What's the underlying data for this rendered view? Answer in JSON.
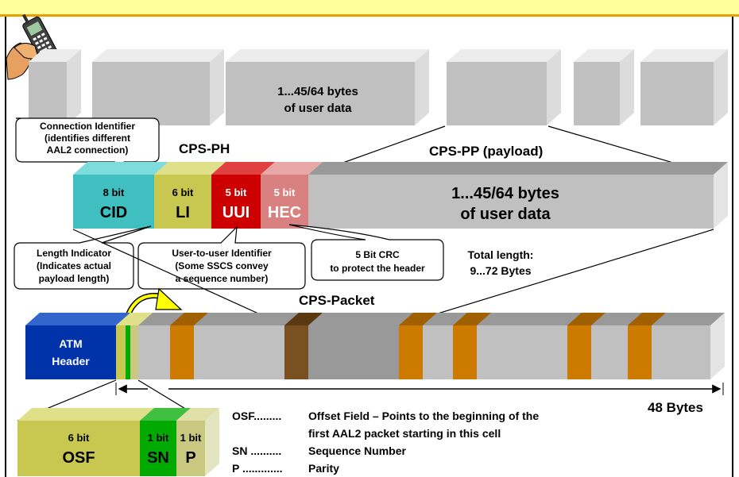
{
  "colors": {
    "header_band": "#ffff99",
    "header_rule": "#e8a000",
    "cid": "#3fbfbf",
    "li": "#c8c850",
    "uui": "#cc0000",
    "hec": "#d98080",
    "payload": "#c0c0c0",
    "atm_header": "#0033aa",
    "orange_segment": "#cc7a00",
    "dark_segment": "#7a5020",
    "sn": "#00aa00",
    "p": "#c8c880"
  },
  "icons": {
    "phone": "mobile-phone-in-hand-icon",
    "arrow": "curved-yellow-arrow-icon"
  },
  "top_row": {
    "payload_line1": "1...45/64 bytes",
    "payload_line2": "of user data"
  },
  "callouts": {
    "connection_identifier": [
      "Connection Identifier",
      "(identifies different",
      "AAL2 connection)"
    ],
    "length_indicator": [
      "Length Indicator",
      "(Indicates actual",
      "payload length)"
    ],
    "user_to_user": [
      "User-to-user Identifier",
      "(Some SSCS convey",
      "a sequence number)"
    ],
    "crc": [
      "5 Bit CRC",
      "to protect the header"
    ]
  },
  "labels": {
    "cps_ph": "CPS-PH",
    "cps_pp": "CPS-PP (payload)",
    "cps_packet": "CPS-Packet",
    "total_length_line1": "Total length:",
    "total_length_line2": "9...72 Bytes",
    "bytes_48": "48 Bytes"
  },
  "cps_header_fields": [
    {
      "bits": "8 bit",
      "name": "CID"
    },
    {
      "bits": "6 bit",
      "name": "LI"
    },
    {
      "bits": "5 bit",
      "name": "UUI"
    },
    {
      "bits": "5 bit",
      "name": "HEC"
    }
  ],
  "cps_payload": {
    "line1": "1...45/64 bytes",
    "line2": "of user data"
  },
  "atm": {
    "line1": "ATM",
    "line2": "Header"
  },
  "start_field": [
    {
      "bits": "6 bit",
      "name": "OSF"
    },
    {
      "bits": "1 bit",
      "name": "SN"
    },
    {
      "bits": "1 bit",
      "name": "P"
    }
  ],
  "legend": [
    {
      "key": "OSF.........",
      "desc": "Offset Field – Points to the beginning of the"
    },
    {
      "key": "",
      "desc": "first AAL2 packet starting in this cell"
    },
    {
      "key": "SN ..........",
      "desc": "Sequence Number"
    },
    {
      "key": "P .............",
      "desc": "Parity"
    }
  ]
}
